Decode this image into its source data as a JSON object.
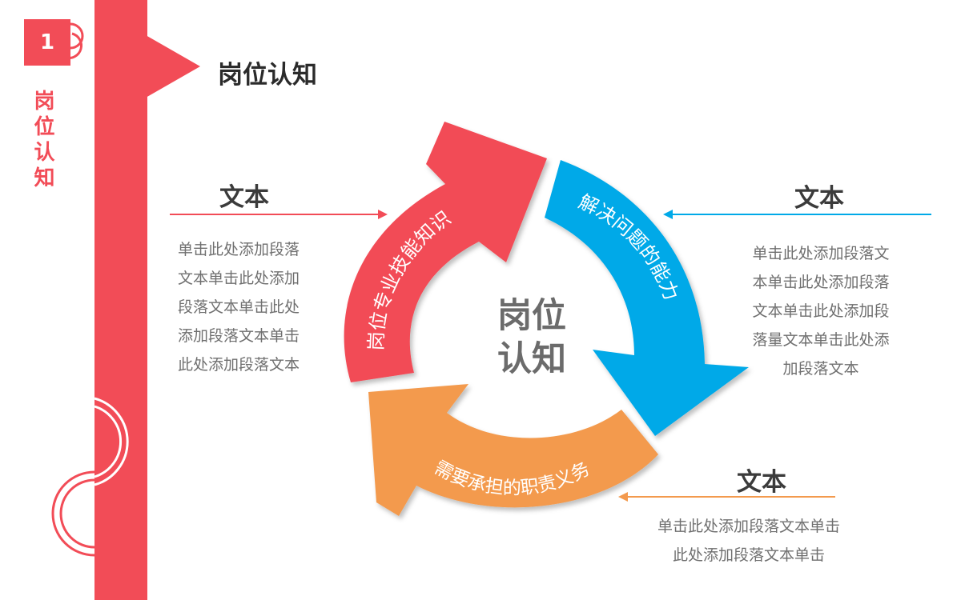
{
  "section": {
    "number": "1",
    "vertical_title": "岗位认知"
  },
  "page_title": "岗位认知",
  "center": {
    "line1": "岗位",
    "line2": "认知"
  },
  "cycle": [
    {
      "label": "岗位专业技能知识",
      "color": "#f24c57"
    },
    {
      "label": "解决问题的能力",
      "color": "#00a9e8"
    },
    {
      "label": "需要承担的职责义务",
      "color": "#f39a4e"
    }
  ],
  "left_block": {
    "heading": "文本",
    "lines": [
      "单击此处添加段落",
      "文本单击此处添加",
      "段落文本单击此处",
      "添加段落文本单击",
      "此处添加段落文本"
    ],
    "color": "#f24c57"
  },
  "right_block": {
    "heading": "文本",
    "lines": [
      "单击此处添加段落文",
      "本单击此处添加段落",
      "文本单击此处添加段",
      "落量文本单击此处添",
      "加段落文本"
    ],
    "color": "#00a9e8"
  },
  "bottom_block": {
    "heading": "文本",
    "lines": [
      "单击此处添加段落文本单击",
      "此处添加段落文本单击"
    ],
    "color": "#f39a4e"
  }
}
